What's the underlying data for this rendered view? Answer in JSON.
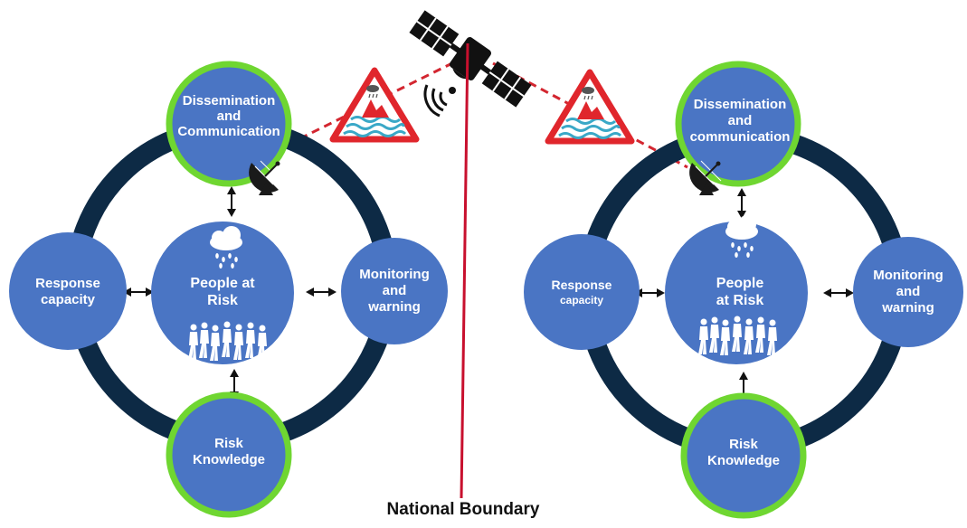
{
  "boundary_label": "National Boundary",
  "colors": {
    "ring": "#0d2a45",
    "node_fill": "#4a75c4",
    "node_outline": "#6fd631",
    "connection_line": "#d32630",
    "boundary_line": "#c8102e",
    "warning_sign": "#e0262c",
    "water": "#3aa8c7",
    "satellite": "#111111"
  },
  "icons": [
    "satellite-icon",
    "satellite-dish-icon",
    "flood-warning-sign-icon",
    "rain-cloud-icon",
    "crowd-icon",
    "double-arrow-icon",
    "signal-waves-icon"
  ],
  "systems": [
    {
      "id": "left",
      "dissemination": [
        "Dissemination",
        "and",
        "Communication"
      ],
      "response": [
        "Response",
        "capacity"
      ],
      "people": [
        "People at",
        "Risk"
      ],
      "monitoring": [
        "Monitoring",
        "and",
        "warning"
      ],
      "knowledge": [
        "Risk",
        "Knowledge"
      ]
    },
    {
      "id": "right",
      "dissemination": [
        "Dissemination",
        "and",
        "communication"
      ],
      "response": [
        "Response",
        "capacity"
      ],
      "people": [
        "People",
        "at Risk"
      ],
      "monitoring": [
        "Monitoring",
        "and",
        "warning"
      ],
      "knowledge": [
        "Risk",
        "Knowledge"
      ]
    }
  ]
}
